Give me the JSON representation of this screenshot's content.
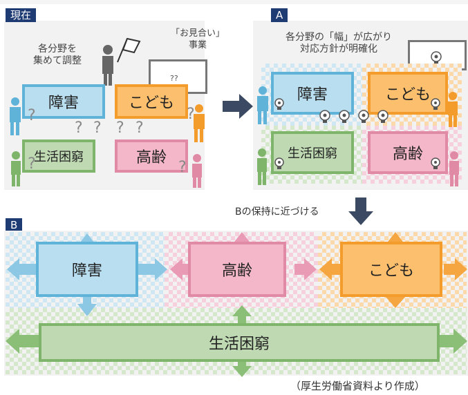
{
  "panels": {
    "current": {
      "tag": "現在",
      "caption": [
        "各分野を",
        "集めて調整"
      ],
      "meeting_sign": [
        "「お見合い」",
        "事業"
      ],
      "question_marks": "??",
      "boxes": {
        "disability": "障害",
        "children": "こども",
        "poverty": "生活困窮",
        "elderly": "高齢"
      },
      "qmark": "?"
    },
    "a": {
      "tag": "A",
      "caption": [
        "各分野の「幅」が広がり",
        "対応方針が明確化"
      ],
      "boxes": {
        "disability": "障害",
        "children": "こども",
        "poverty": "生活困窮",
        "elderly": "高齢"
      }
    },
    "b": {
      "tag": "B",
      "arrow_label": "Bの保持に近づける",
      "boxes": {
        "disability": "障害",
        "elderly": "高齢",
        "children": "こども",
        "poverty": "生活困窮"
      }
    }
  },
  "source": "（厚生労働省資料より作成）",
  "colors": {
    "navy": "#1f3b73",
    "blue": "#5fb2d8",
    "orange": "#f39c2b",
    "green": "#7fb46b",
    "pink": "#e08aa6"
  }
}
